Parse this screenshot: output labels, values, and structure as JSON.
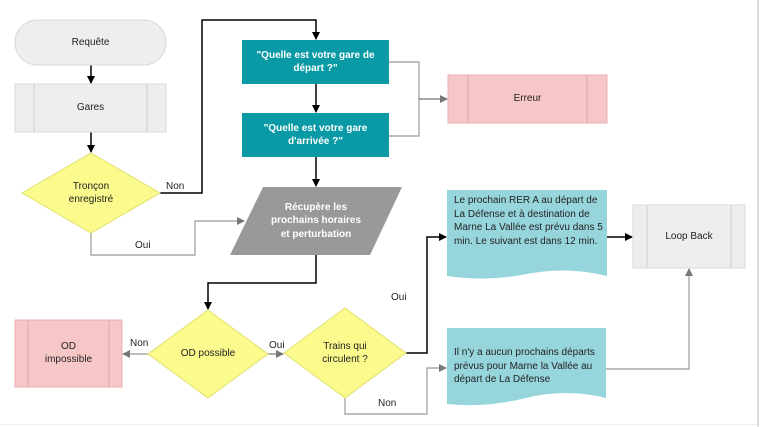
{
  "colors": {
    "terminal": "#eeeeee",
    "process": "#eeeeee",
    "decision": "#fbfa8c",
    "prompt": "#0a9aa6",
    "error": "#f7c6c7",
    "io": "#999999",
    "document": "#97d5dd",
    "line_primary": "#000000",
    "line_secondary": "#888888"
  },
  "nodes": {
    "requete": "Requête",
    "gares": "Gares",
    "troncon": "Tronçon enregistré",
    "q_depart": "\"Quelle est votre gare de départ ?\"",
    "q_arrivee": "\"Quelle est votre gare d'arrivée ?\"",
    "erreur": "Erreur",
    "recupere": "Récupère les prochains horaires et perturbation",
    "od_impossible": "OD impossible",
    "od_possible": "OD possible",
    "trains": "Trains qui circulent ?",
    "msg_prochain": "Le prochain RER A au départ de La Défense et à destination de Marne La Vallée est prévu dans 5 min. Le suivant est dans 12 min.",
    "msg_aucun": "Il n'y a aucun prochains départs prévus pour Marne la Vallée au départ de La Défense",
    "loop_back": "Loop Back"
  },
  "edges": {
    "troncon_non": "Non",
    "troncon_oui": "Oui",
    "od_non": "Non",
    "od_oui": "Oui",
    "trains_oui": "Oui",
    "trains_non": "Non"
  }
}
